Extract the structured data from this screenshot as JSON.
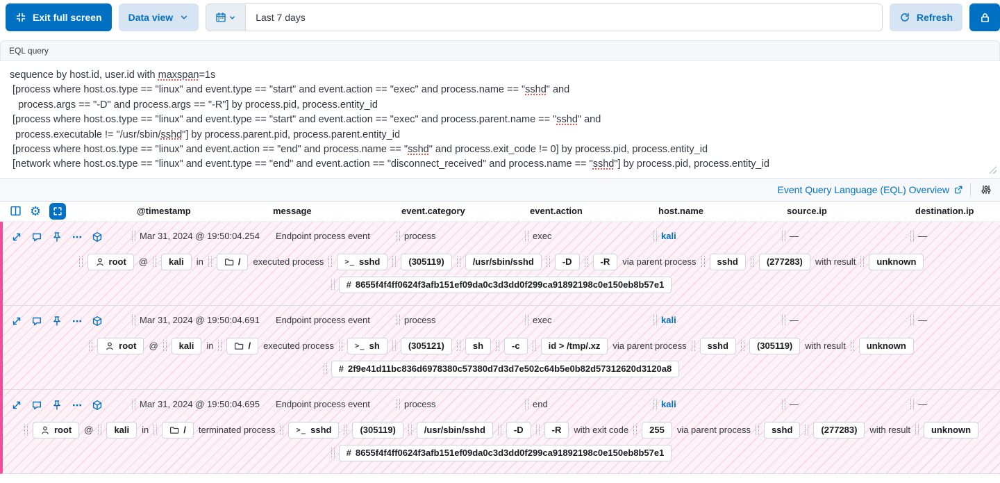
{
  "toolbar": {
    "exit_full_screen_label": "Exit full screen",
    "data_view_label": "Data view",
    "date_range_value": "Last 7 days",
    "refresh_label": "Refresh"
  },
  "eql": {
    "label": "EQL query",
    "lines": [
      "sequence by host.id, user.id with maxspan=1s",
      " [process where host.os.type == \"linux\" and event.type == \"start\" and event.action == \"exec\" and process.name == \"sshd\" and",
      "   process.args == \"-D\" and process.args == \"-R\"] by process.pid, process.entity_id",
      " [process where host.os.type == \"linux\" and event.type == \"start\" and event.action == \"exec\" and process.parent.name == \"sshd\" and",
      "  process.executable != \"/usr/sbin/sshd\"] by process.parent.pid, process.parent.entity_id",
      " [process where host.os.type == \"linux\" and event.action == \"end\" and process.name == \"sshd\" and process.exit_code != 0] by process.pid, process.entity_id",
      " [network where host.os.type == \"linux\" and event.type == \"end\" and event.action == \"disconnect_received\" and process.name == \"sshd\"] by process.pid, process.entity_id"
    ],
    "misspelled_tokens": [
      "sshd",
      "maxspan"
    ],
    "overview_link_label": "Event Query Language (EQL) Overview"
  },
  "table": {
    "columns": [
      "@timestamp",
      "message",
      "event.category",
      "event.action",
      "host.name",
      "source.ip",
      "destination.ip"
    ],
    "rows": [
      {
        "cells": [
          "Mar 31, 2024 @ 19:50:04.254",
          "Endpoint process event",
          "process",
          "exec",
          "kali",
          "—",
          "—"
        ],
        "badges": [
          {
            "t": "pill",
            "icon": "user",
            "v": "root"
          },
          {
            "t": "text",
            "v": "@"
          },
          {
            "t": "pill",
            "v": "kali"
          },
          {
            "t": "text",
            "v": "in"
          },
          {
            "t": "pill",
            "icon": "folder",
            "v": "/"
          },
          {
            "t": "text",
            "v": "executed process"
          },
          {
            "t": "pill",
            "icon": "terminal",
            "v": "sshd"
          },
          {
            "t": "pill",
            "v": "(305119)"
          },
          {
            "t": "pill",
            "v": "/usr/sbin/sshd"
          },
          {
            "t": "pill",
            "v": "-D"
          },
          {
            "t": "pill",
            "v": "-R"
          },
          {
            "t": "text",
            "v": "via parent process"
          },
          {
            "t": "pill",
            "v": "sshd"
          },
          {
            "t": "pill",
            "v": "(277283)"
          },
          {
            "t": "text",
            "v": "with result"
          },
          {
            "t": "pill",
            "v": "unknown"
          }
        ],
        "hash": "8655f4f4ff0624f3afb151ef09da0c3d3dd0f299ca91892198c0e150eb8b57e1"
      },
      {
        "cells": [
          "Mar 31, 2024 @ 19:50:04.691",
          "Endpoint process event",
          "process",
          "exec",
          "kali",
          "—",
          "—"
        ],
        "badges": [
          {
            "t": "pill",
            "icon": "user",
            "v": "root"
          },
          {
            "t": "text",
            "v": "@"
          },
          {
            "t": "pill",
            "v": "kali"
          },
          {
            "t": "text",
            "v": "in"
          },
          {
            "t": "pill",
            "icon": "folder",
            "v": "/"
          },
          {
            "t": "text",
            "v": "executed process"
          },
          {
            "t": "pill",
            "icon": "terminal",
            "v": "sh"
          },
          {
            "t": "pill",
            "v": "(305121)"
          },
          {
            "t": "pill",
            "v": "sh"
          },
          {
            "t": "pill",
            "v": "-c"
          },
          {
            "t": "pill",
            "v": "id > /tmp/.xz"
          },
          {
            "t": "text",
            "v": "via parent process"
          },
          {
            "t": "pill",
            "v": "sshd"
          },
          {
            "t": "pill",
            "v": "(305119)"
          },
          {
            "t": "text",
            "v": "with result"
          },
          {
            "t": "pill",
            "v": "unknown"
          }
        ],
        "hash": "2f9e41d11bc836d6978380c57380d7d3d7e502c64b5e0b82d57312620d3120a8"
      },
      {
        "cells": [
          "Mar 31, 2024 @ 19:50:04.695",
          "Endpoint process event",
          "process",
          "end",
          "kali",
          "—",
          "—"
        ],
        "badges": [
          {
            "t": "pill",
            "icon": "user",
            "v": "root"
          },
          {
            "t": "text",
            "v": "@"
          },
          {
            "t": "pill",
            "v": "kali"
          },
          {
            "t": "text",
            "v": "in"
          },
          {
            "t": "pill",
            "icon": "folder",
            "v": "/"
          },
          {
            "t": "text",
            "v": "terminated process"
          },
          {
            "t": "pill",
            "icon": "terminal",
            "v": "sshd"
          },
          {
            "t": "pill",
            "v": "(305119)"
          },
          {
            "t": "pill",
            "v": "/usr/sbin/sshd"
          },
          {
            "t": "pill",
            "v": "-D"
          },
          {
            "t": "pill",
            "v": "-R"
          },
          {
            "t": "text",
            "v": "with exit code"
          },
          {
            "t": "pill",
            "v": "255"
          },
          {
            "t": "text",
            "v": "via parent process"
          },
          {
            "t": "pill",
            "v": "sshd"
          },
          {
            "t": "pill",
            "v": "(277283)"
          },
          {
            "t": "text",
            "v": "with result"
          },
          {
            "t": "pill",
            "v": "unknown"
          }
        ],
        "hash": "8655f4f4ff0624f3afb151ef09da0c3d3dd0f299ca91892198c0e150eb8b57e1"
      }
    ]
  },
  "icons": {
    "fullscreen-exit-icon": "inward corner brackets",
    "chevron-down-icon": "v chevron",
    "calendar-icon": "calendar grid",
    "refresh-icon": "circular arrow",
    "lock-icon": "padlock",
    "external-link-icon": "box with arrow",
    "sliders-icon": "vertical sliders",
    "columns-icon": "split table",
    "gear-icon": "⚙",
    "fullscreen-icon": "outward corner brackets",
    "expand-event-icon": "diagonal double arrow",
    "notes-icon": "speech bubble",
    "pin-icon": "push pin",
    "more-actions-icon": "three boxes",
    "analyze-event-icon": "cube",
    "user-icon": "person",
    "folder-icon": "folder",
    "terminal-icon": ">_",
    "hash-icon": "#",
    "drag-handle": "dotted grip"
  },
  "colors": {
    "accent_blue": "#0071c2",
    "accent_pink": "#f04e98",
    "badge_border": "#cdd3df",
    "row_stripe": "#f7d9e8",
    "separator": "#d9dee8"
  }
}
